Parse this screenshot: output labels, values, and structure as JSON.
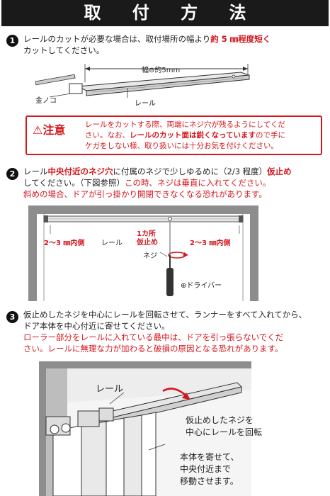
{
  "title": "取 付 方 法",
  "step1": {
    "num": "1",
    "line1a": "レールのカットが必要な場合は、取付場所の幅より",
    "line1b": "約 5 ㎜程度短く",
    "line2": "カットしてください。",
    "dim_label": "幅⊖約5mm",
    "saw_label": "金ノコ",
    "rail_label": "レール"
  },
  "caution": {
    "head": "注意",
    "line1": "レールをカットする際、両端にネジ穴が残るようにしてくだ",
    "line2a": "さい。なお、",
    "line2b": "レールのカット面は鋭くなっています",
    "line2c": "ので手に",
    "line3": "ケガをしない様、取り扱いには十分お気を付けください。"
  },
  "step2": {
    "num": "2",
    "l1a": "レール",
    "l1b": "中央付近のネジ穴",
    "l1c": "に付属のネジで少しゆるめに（2/3 程度）",
    "l1d": "仮止め",
    "l2a": "してください。（下図参照）",
    "l2b": "この時、ネジは垂直に入れてください。",
    "l3": "斜めの場合、ドアが引っ掛かり開閉できなくなる恐れがあります。",
    "left_mark": "2～3 ㎜内側",
    "right_mark": "2～3 ㎜内側",
    "rail_label": "レール",
    "center_label1": "1カ所",
    "center_label2": "仮止め",
    "screw_label": "ネジ",
    "driver_label": "⊕ドライバー"
  },
  "step3": {
    "num": "3",
    "l1": "仮止めしたネジを中心にレールを回転させて、ランナーをすべて入れてから、",
    "l2": "ドア本体を中心付近に寄せてください。",
    "l3": "ローラー部分をレールに入れている最中は、ドアを引っ張らないでくだ",
    "l4": "さい。レールに無理な力が加わると破損の原因となる恐れがあります。",
    "rail_label": "レール",
    "rotate1": "仮止めしたネジを",
    "rotate2": "中心にレールを回転",
    "move1": "本体を寄せて、",
    "move2": "中央付近まで",
    "move3": "移動させます。"
  },
  "colors": {
    "accent": "#d4161d",
    "dark": "#1a1a1a"
  }
}
